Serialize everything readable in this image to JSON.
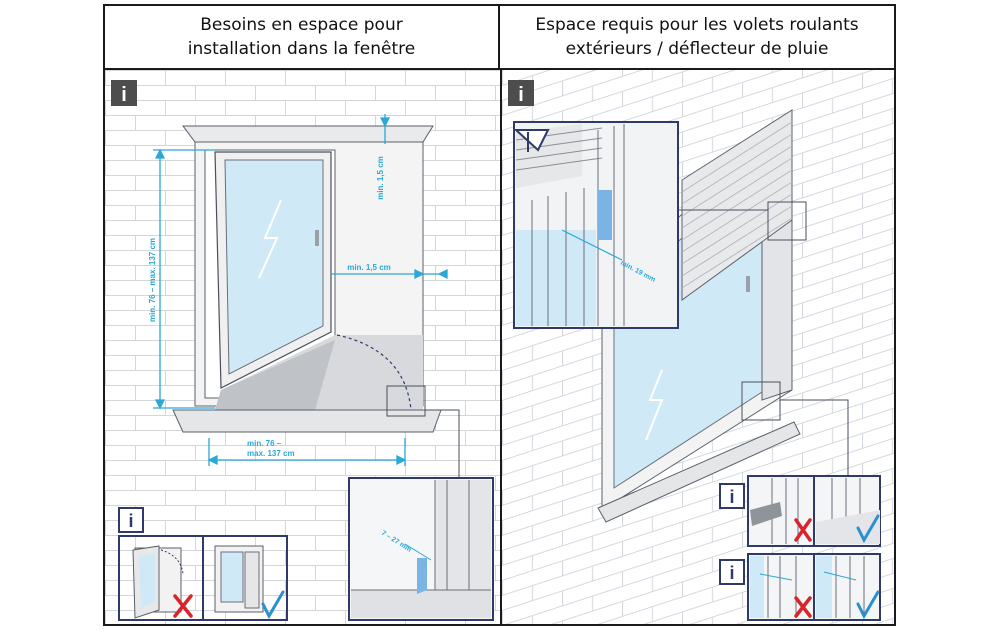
{
  "header": {
    "left_title": "Besoins en espace pour\ninstallation dans la fenêtre",
    "right_title": "Espace requis pour les volets roulants\nextérieurs / déflecteur de pluie"
  },
  "left_panel": {
    "info_badge": "i",
    "dim_height": "min. 76 – max. 137 cm",
    "dim_top": "min. 1,5 cm",
    "dim_side": "min. 1,5 cm",
    "dim_width_line1": "min. 76 –",
    "dim_width_line2": "max. 137 cm",
    "detail_gap": "7 – 27 mm",
    "mini_info_badge": "i"
  },
  "right_panel": {
    "info_badge": "i",
    "detail_gap": "min. 19 mm",
    "mini_info_badge_1": "i",
    "mini_info_badge_2": "i"
  },
  "colors": {
    "dim_line": "#2aa8d8",
    "glass": "#cfeaf6",
    "frame": "#f2f2f2",
    "outline": "#4a4f5c",
    "detail_border": "#2f3a6a",
    "badge_bg": "#4d4d4d",
    "cross": "#d9242b",
    "check": "#2a8fd0",
    "brick_line": "#cfd3d8"
  }
}
